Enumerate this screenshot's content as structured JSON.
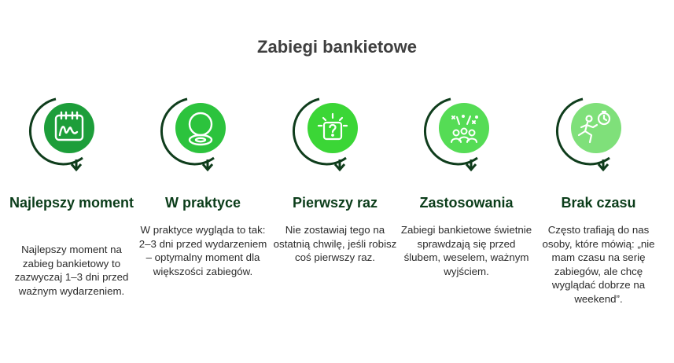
{
  "title": "Zabiegi bankietowe",
  "colors": {
    "arc": "#0f3d1c",
    "title": "#3f3f3f",
    "heading": "#0b3d1a",
    "text": "#2b2b2b",
    "circles": [
      "#1d9e3a",
      "#2cc33d",
      "#3bd636",
      "#55dc55",
      "#7fe07a"
    ]
  },
  "steps": [
    {
      "heading": "Najlepszy moment",
      "text": "Najlepszy moment na zabieg bankietowy to zazwyczaj 1–3 dni przed ważnym wydarzeniem.",
      "icon": "calendar-icon"
    },
    {
      "heading": "W praktyce",
      "text": "W praktyce wygląda to tak: 2–3 dni przed wydarzeniem – optymalny moment dla większości zabiegów.",
      "icon": "face-mask-icon"
    },
    {
      "heading": "Pierwszy raz",
      "text": "Nie zostawiaj tego na ostatnią chwilę, jeśli robisz coś pierwszy raz.",
      "icon": "mystery-box-icon"
    },
    {
      "heading": "Zastosowania",
      "text": "Zabiegi bankietowe świetnie sprawdzają się przed ślubem, weselem, ważnym wyjściem.",
      "icon": "celebration-crowd-icon"
    },
    {
      "heading": "Brak czasu",
      "text": "Często trafiają do nas osoby, które mówią: „nie mam czasu na serię zabiegów, ale chcę wyglądać dobrze na weekend”.",
      "icon": "running-stopwatch-icon"
    }
  ]
}
